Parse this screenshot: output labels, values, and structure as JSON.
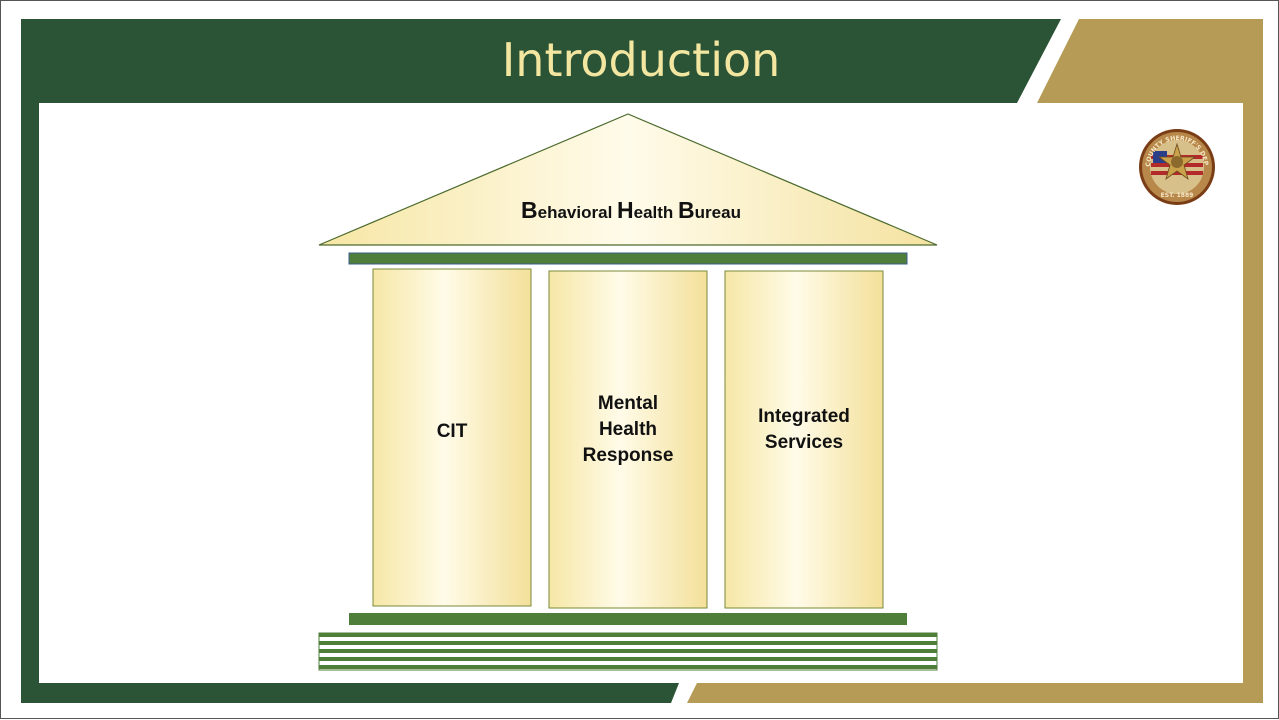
{
  "slide": {
    "title": "Introduction",
    "bureau": {
      "b1": "B",
      "w1": "ehavioral ",
      "b2": "H",
      "w2": "ealth ",
      "b3": "B",
      "w3": "ureau"
    },
    "pillars": [
      {
        "lines": [
          "CIT"
        ]
      },
      {
        "lines": [
          "Mental",
          "Health",
          "Response"
        ]
      },
      {
        "lines": [
          "Integrated",
          "Services"
        ]
      }
    ],
    "seal": {
      "top_text": "ORANGE COUNTY SHERIFF'S DEPARTMENT",
      "year": "EST. 1889"
    }
  },
  "colors": {
    "dark_green": "#2b5335",
    "gold": "#b59b55",
    "beam_green": "#4f7e3b",
    "column_fill": "#fbf1c4",
    "title_text": "#f2e6a0"
  }
}
